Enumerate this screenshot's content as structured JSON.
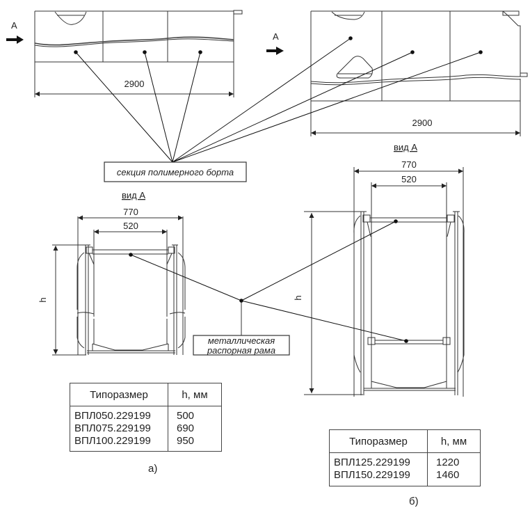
{
  "labels": {
    "view_arrow_a_left": "A",
    "view_arrow_a_right": "A",
    "dim_length_left": "2900",
    "dim_length_right": "2900",
    "view_a_right_title": "вид А",
    "view_a_left_title": "вид А",
    "callout_polymer_section": "секция полимерного борта",
    "callout_frame_line1": "металлическая",
    "callout_frame_line2": "распорная рама",
    "dim_outer_width_left": "770",
    "dim_inner_width_left": "520",
    "dim_outer_width_right": "770",
    "dim_inner_width_right": "520",
    "dim_height_left": "h",
    "dim_height_right": "h",
    "caption_a": "а)",
    "caption_b": "б)"
  },
  "table_a": {
    "headers": [
      "Типоразмер",
      "h, мм"
    ],
    "rows": [
      {
        "size": "ВПЛ050.229199",
        "h": "500"
      },
      {
        "size": "ВПЛ075.229199",
        "h": "690"
      },
      {
        "size": "ВПЛ100.229199",
        "h": "950"
      }
    ]
  },
  "table_b": {
    "headers": [
      "Типоразмер",
      "h, мм"
    ],
    "rows": [
      {
        "size": "ВПЛ125.229199",
        "h": "1220"
      },
      {
        "size": "ВПЛ150.229199",
        "h": "1460"
      }
    ]
  }
}
